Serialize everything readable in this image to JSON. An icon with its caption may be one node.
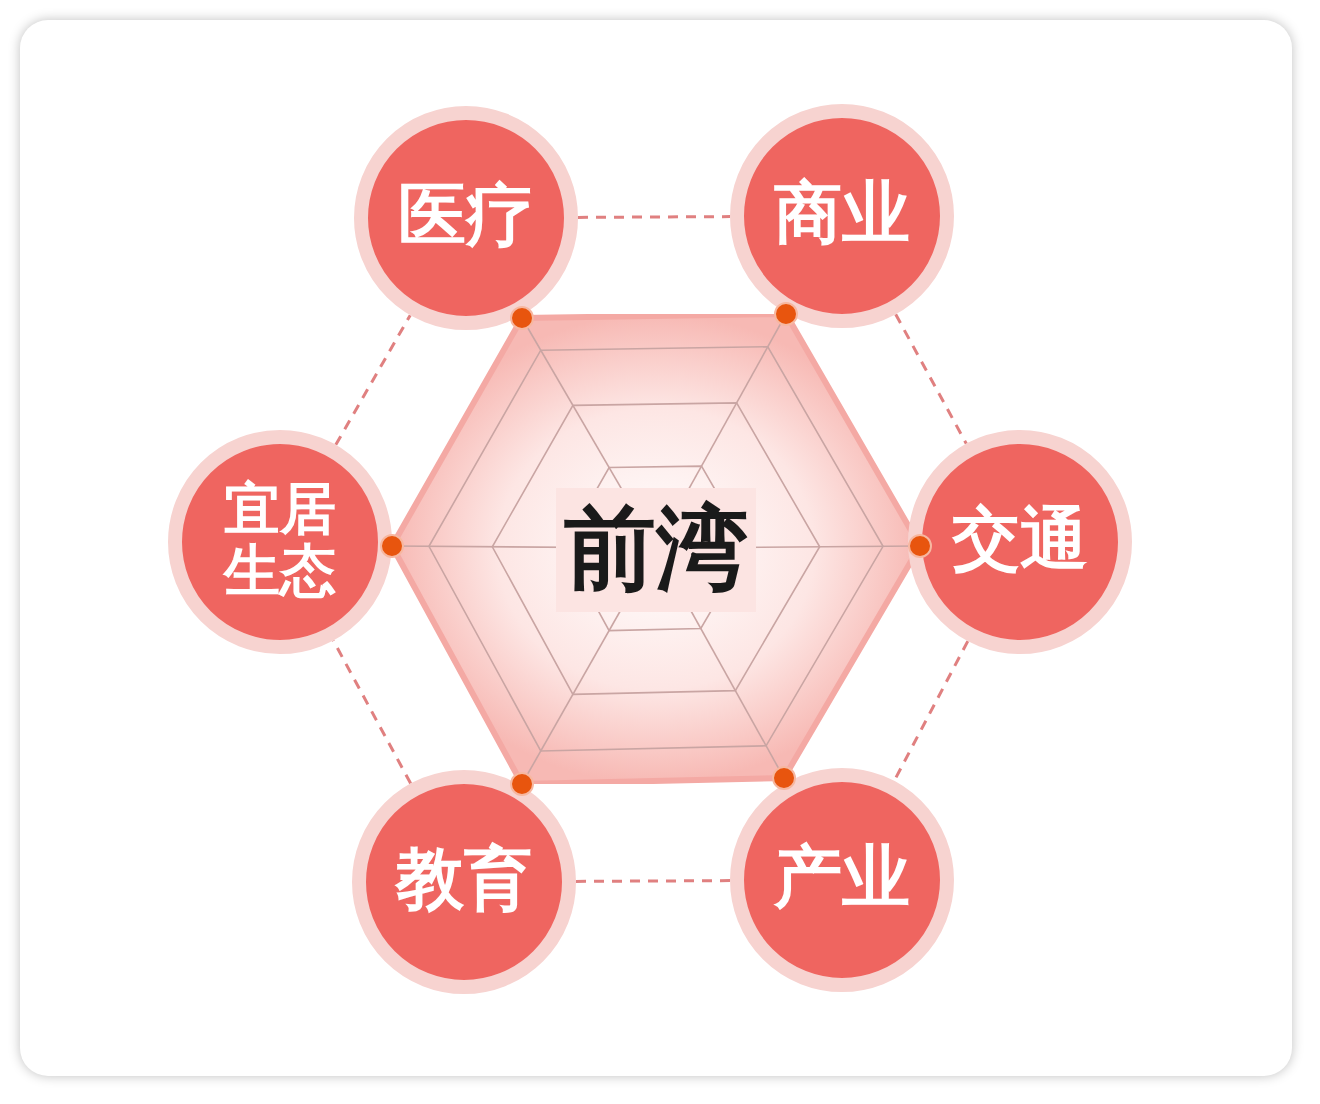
{
  "diagram": {
    "nodes": [
      {
        "text": [
          "前湾"
        ]
      },
      {
        "text": [
          "医疗"
        ]
      },
      {
        "text": [
          "商业"
        ]
      },
      {
        "text": [
          "交通"
        ]
      },
      {
        "text": [
          "产业"
        ]
      },
      {
        "text": [
          "教育"
        ]
      },
      {
        "text": [
          "宜居生态"
        ]
      }
    ],
    "edges": [
      {
        "from": 1,
        "to": 2,
        "arrow": "none",
        "style": "dashed"
      },
      {
        "from": 2,
        "to": 3,
        "arrow": "none",
        "style": "dashed"
      },
      {
        "from": 3,
        "to": 4,
        "arrow": "none",
        "style": "dashed"
      },
      {
        "from": 4,
        "to": 5,
        "arrow": "none",
        "style": "dashed"
      },
      {
        "from": 5,
        "to": 6,
        "arrow": "none",
        "style": "dashed"
      },
      {
        "from": 6,
        "to": 1,
        "arrow": "none",
        "style": "dashed"
      }
    ]
  }
}
